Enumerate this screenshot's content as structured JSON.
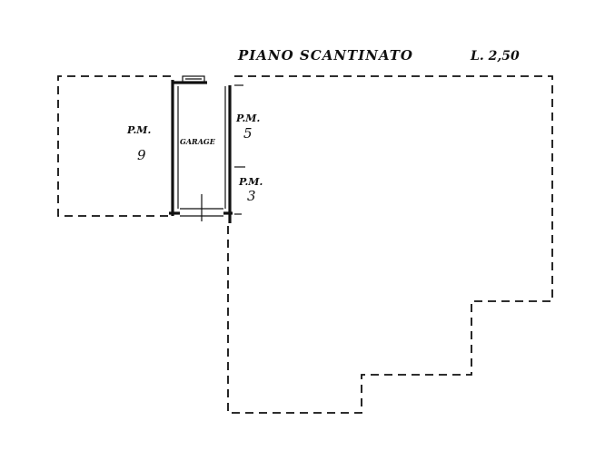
{
  "plan": {
    "title": "PIANO SCANTINATO",
    "level": "L. 2,50",
    "garage_label": "GARAGE",
    "unit_left": {
      "label": "P.M.",
      "number": "9"
    },
    "unit_right_top": {
      "label": "P.M.",
      "number": "5"
    },
    "unit_right_bottom": {
      "label": "P.M.",
      "number": "3"
    }
  }
}
